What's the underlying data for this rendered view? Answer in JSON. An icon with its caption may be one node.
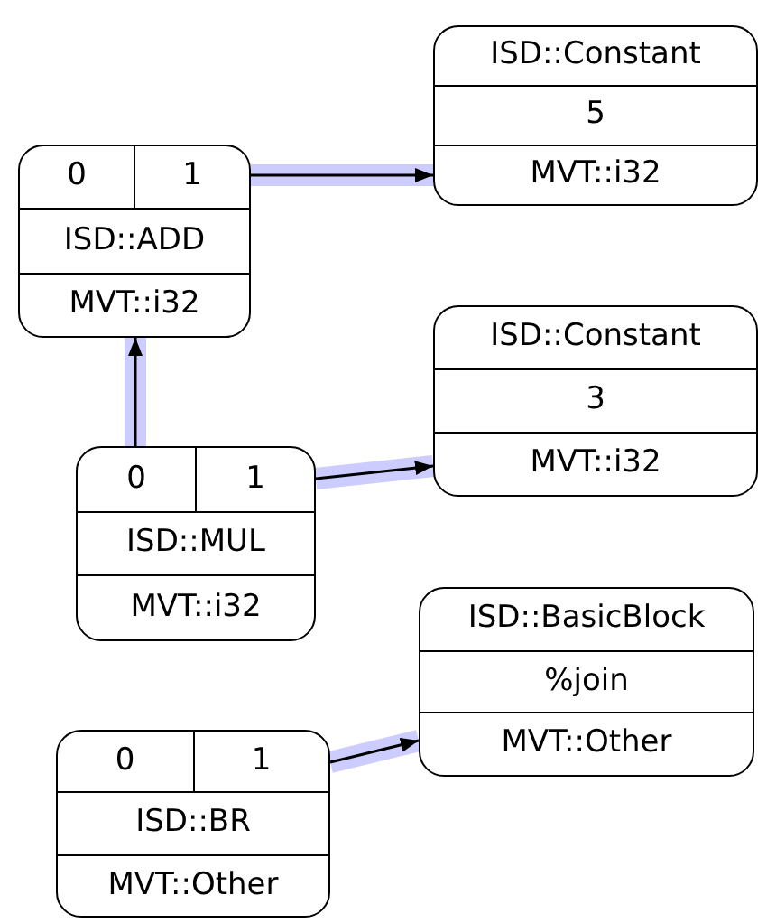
{
  "diagram": {
    "nodes": [
      {
        "text": [
          "ISD::Constant",
          "5",
          "MVT::i32"
        ]
      },
      {
        "text": [
          "0",
          "1",
          "ISD::ADD",
          "MVT::i32"
        ]
      },
      {
        "text": [
          "ISD::Constant",
          "3",
          "MVT::i32"
        ]
      },
      {
        "text": [
          "0",
          "1",
          "ISD::MUL",
          "MVT::i32"
        ]
      },
      {
        "text": [
          "ISD::BasicBlock",
          "%join",
          "MVT::Other"
        ]
      },
      {
        "text": [
          "0",
          "1",
          "ISD::BR",
          "MVT::Other"
        ]
      }
    ],
    "edges": [
      {
        "from": 1,
        "to": 0,
        "arrow": "to"
      },
      {
        "from": 3,
        "to": 1,
        "arrow": "to"
      },
      {
        "from": 3,
        "to": 2,
        "arrow": "to"
      },
      {
        "from": 5,
        "to": 4,
        "arrow": "to"
      }
    ]
  }
}
